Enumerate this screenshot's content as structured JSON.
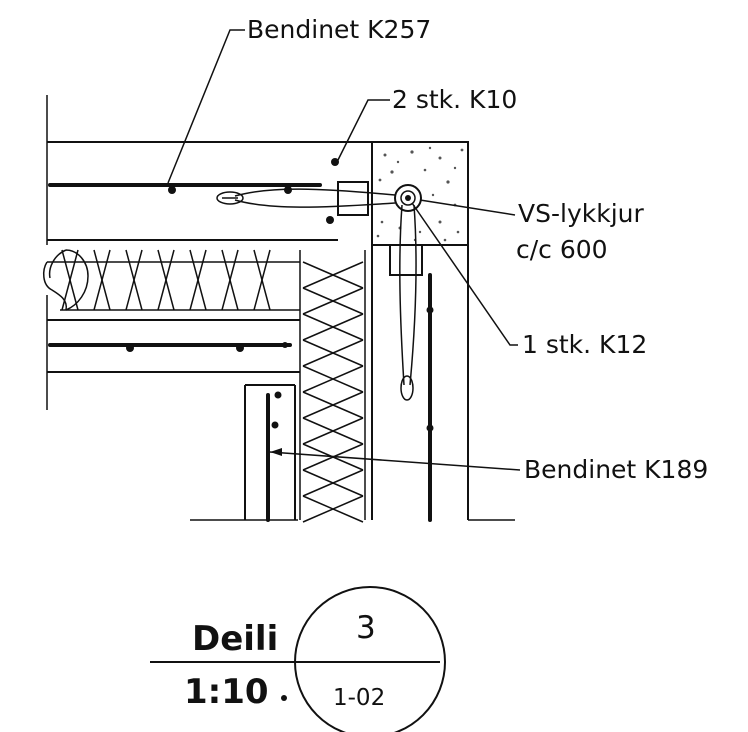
{
  "labels": {
    "bendinet_top": "Bendinet K257",
    "two_stk": "2 stk. K10",
    "vs_line1": "VS-lykkjur",
    "vs_line2": "c/c 600",
    "one_stk": "1 stk. K12",
    "bendinet_bottom": "Bendinet K189"
  },
  "title_block": {
    "name": "Deili",
    "scale": "1:10",
    "number": "3",
    "sheet": "1-02"
  }
}
